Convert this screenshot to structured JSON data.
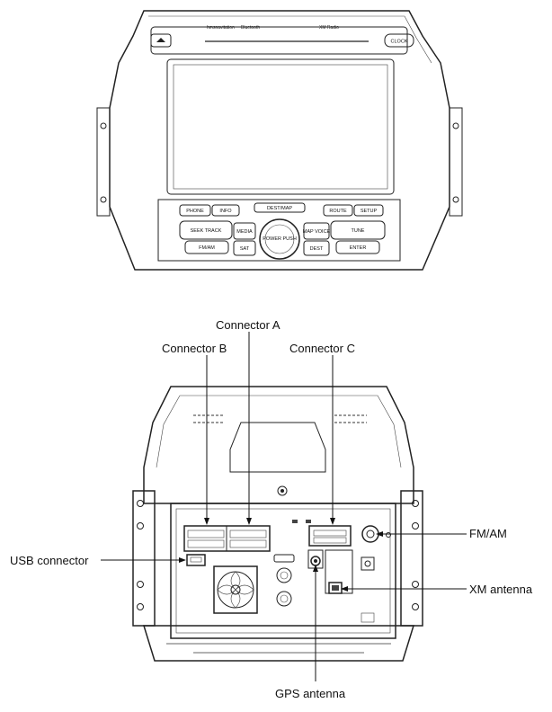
{
  "front_panel": {
    "brand_text": "hmsnavitation",
    "bluetooth_text": "Bluetooth",
    "status_text": "XM  Radio",
    "clock_button": "CLOCK",
    "map_button": "DEST/MAP",
    "left_buttons": [
      "PHONE",
      "INFO"
    ],
    "right_buttons": [
      "ROUTE",
      "SETUP"
    ],
    "seek_label": "SEEK TRACK",
    "tune_label": "TUNE",
    "fm_am_label": "FM/AM",
    "media_label": "MEDIA",
    "sat_label": "SAT",
    "map_voice_label": "MAP VOICE",
    "dest_label": "DEST",
    "power_label": "POWER PUSH",
    "enter_label": "ENTER"
  },
  "callouts": {
    "connector_a": "Connector A",
    "connector_b": "Connector B",
    "connector_c": "Connector C",
    "usb_connector": "USB connector",
    "fm_am": "FM/AM",
    "xm_antenna": "XM antenna",
    "gps_antenna": "GPS antenna"
  }
}
